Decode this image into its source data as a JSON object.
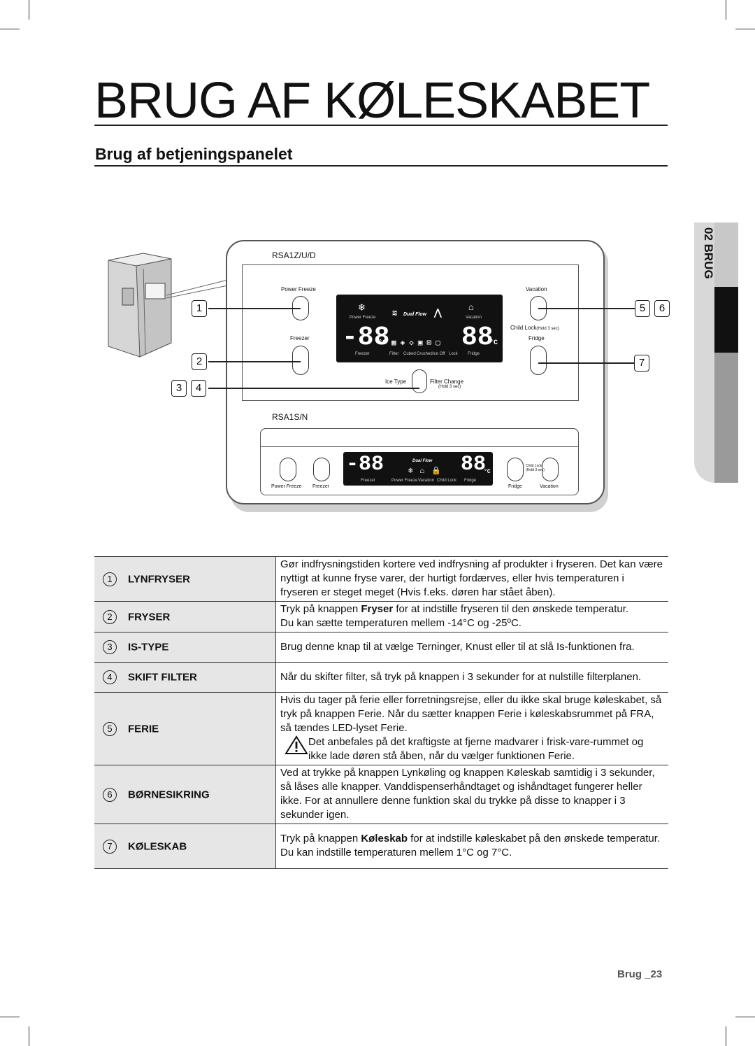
{
  "page": {
    "title": "BRUG AF KØLESKABET",
    "subtitle": "Brug af betjeningspanelet",
    "side_tab": "02 BRUG",
    "footer": "Brug _23"
  },
  "figure": {
    "model_top": "RSA1Z/U/D",
    "model_bottom": "RSA1S/N",
    "top_panel": {
      "power_freeze": "Power Freeze",
      "freezer": "Freezer",
      "vacation": "Vacation",
      "child_lock": "Child Lock",
      "hold3": "(Hold 3 sec)",
      "fridge": "Fridge",
      "ice_type": "Ice Type",
      "filter_change": "Filter Change",
      "filter_hold": "(Hold 3 sec)",
      "display_digits_left": "-88",
      "display_digits_right": "88",
      "display_unit": "°C",
      "disp_power_freeze": "Power Freeze",
      "disp_dual_flow": "Dual Flow",
      "disp_vacation": "Vacation",
      "disp_freezer": "Freezer",
      "disp_filter": "Filter",
      "disp_cubed": "Cubed",
      "disp_crushed": "Crushed",
      "disp_ice_off": "Ice Off",
      "disp_lock": "Lock",
      "disp_fridge": "Fridge"
    },
    "bottom_panel": {
      "power_freeze": "Power Freeze",
      "freezer": "Freezer",
      "fridge": "Fridge",
      "vacation": "Vacation",
      "child_lock": "Child Lock",
      "hold3": "(Hold 3 sec)",
      "display_digits_left": "-88",
      "display_digits_right": "88",
      "display_unit": "°C",
      "disp_dual_flow": "Dual Flow",
      "disp_freezer": "Freezer",
      "disp_power_freeze": "Power Freeze",
      "disp_vacation": "Vacation",
      "disp_child_lock": "Child Lock",
      "disp_fridge": "Fridge"
    },
    "callouts": [
      "1",
      "2",
      "3",
      "4",
      "5",
      "6",
      "7"
    ]
  },
  "features": [
    {
      "num": "1",
      "name": "LYNFRYSER",
      "desc": "Gør indfrysningstiden kortere ved indfrysning af produkter i fryseren. Det kan være nyttigt at kunne fryse varer, der hurtigt fordærves, eller hvis temperaturen i fryseren er steget meget (Hvis f.eks. døren har stået åben)."
    },
    {
      "num": "2",
      "name": "FRYSER",
      "desc_pre": "Tryk på knappen ",
      "desc_bold": "Fryser",
      "desc_post": " for at indstille fryseren til den ønskede temperatur.",
      "desc2": "Du kan sætte temperaturen mellem -14°C og -25ºC."
    },
    {
      "num": "3",
      "name": "IS-TYPE",
      "desc": "Brug denne knap til at vælge Terninger, Knust eller til at slå Is-funktionen fra."
    },
    {
      "num": "4",
      "name": "SKIFT FILTER",
      "desc": "Når du skifter filter, så tryk på knappen i 3 sekunder for at nulstille filterplanen."
    },
    {
      "num": "5",
      "name": "FERIE",
      "desc": "Hvis du tager på ferie eller forretningsrejse, eller du ikke skal bruge køleskabet, så tryk på knappen Ferie. Når du sætter knappen Ferie i køleskabsrummet på FRA, så tændes LED-lyset Ferie.",
      "warning": "Det anbefales på det kraftigste at fjerne madvarer i frisk-vare-rummet og ikke lade døren stå åben, når du vælger funktionen Ferie."
    },
    {
      "num": "6",
      "name": "BØRNESIKRING",
      "desc": "Ved at trykke på knappen Lynkøling og knappen Køleskab samtidig i 3 sekunder, så låses alle knapper. Vanddispenserhåndtaget og ishåndtaget fungerer heller ikke. For at annullere denne funktion skal du trykke på disse to knapper i 3 sekunder igen."
    },
    {
      "num": "7",
      "name": "KØLESKAB",
      "desc_pre": "Tryk på knappen ",
      "desc_bold": "Køleskab",
      "desc_post": " for at indstille køleskabet på den ønskede temperatur.",
      "desc2": "Du kan indstille temperaturen mellem 1°C og 7°C."
    }
  ]
}
